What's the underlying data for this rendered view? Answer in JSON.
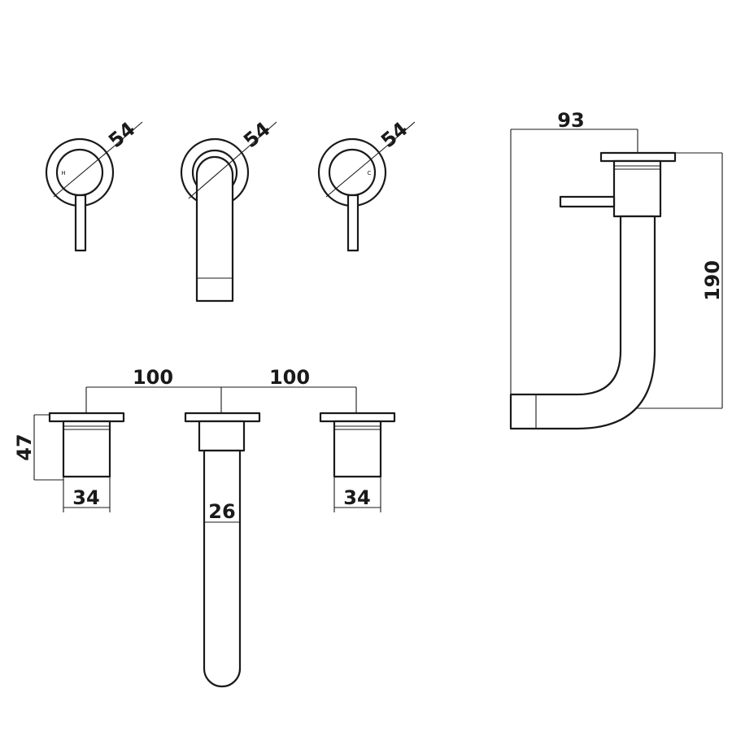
{
  "front_view": {
    "left_handle": {
      "diameter": "54",
      "mark": "H"
    },
    "spout": {
      "diameter": "54"
    },
    "right_handle": {
      "diameter": "54",
      "mark": "C"
    }
  },
  "top_view": {
    "spacing_left": "100",
    "spacing_right": "100",
    "valve_depth": "47",
    "left_valve_width": "34",
    "right_valve_width": "34",
    "spout_width": "26"
  },
  "side_view": {
    "projection": "93",
    "height": "190"
  }
}
